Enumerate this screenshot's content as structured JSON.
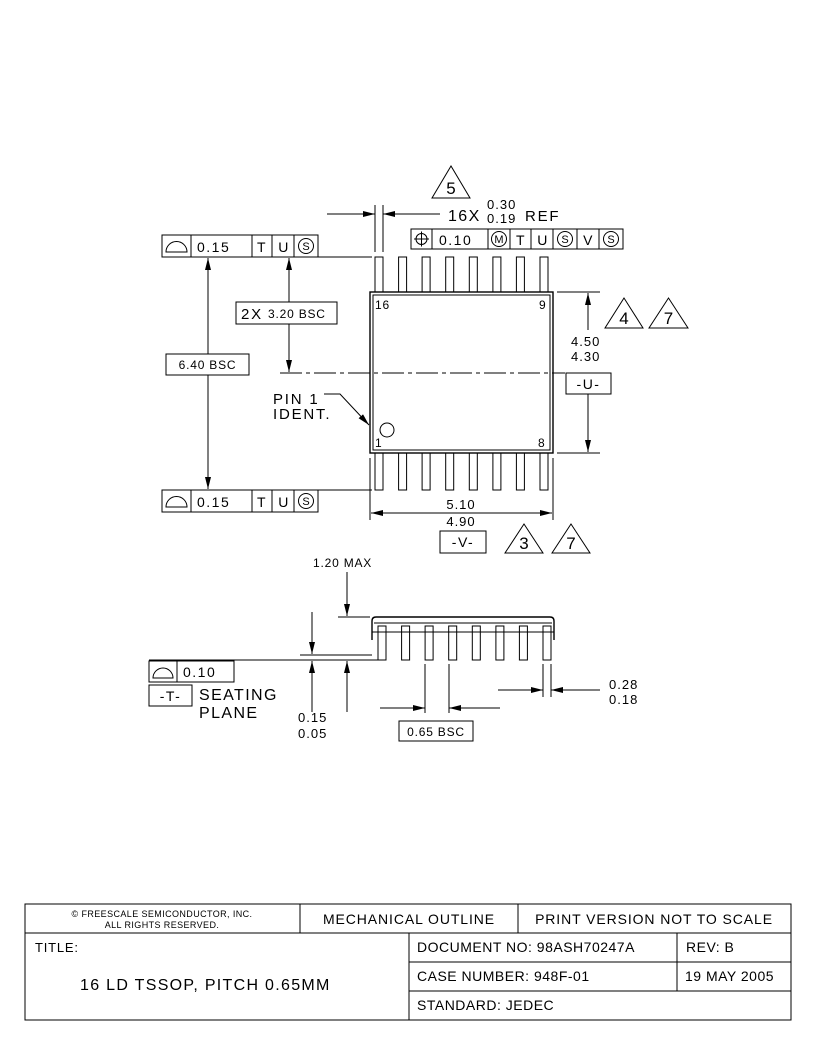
{
  "top_view": {
    "pin_numbers": {
      "top_left": "16",
      "top_right": "9",
      "bottom_left": "1",
      "bottom_right": "8"
    },
    "pin1_ident": {
      "line1": "PIN 1",
      "line2": "IDENT."
    },
    "lead_width": {
      "count": "16X",
      "max": "0.30",
      "min": "0.19",
      "ref": "REF",
      "note": "5"
    },
    "position_frame": {
      "symbol": "position-icon",
      "tolerance": "0.10",
      "material_modifier": "M",
      "datum_primary": "T",
      "datum_secondary": "U",
      "secondary_modifier": "S",
      "datum_tertiary": "V",
      "tertiary_modifier": "S"
    },
    "profile_frame_top": {
      "symbol": "profile-icon",
      "tolerance": "0.15",
      "datum_primary": "T",
      "datum_secondary": "U",
      "modifier": "S"
    },
    "profile_frame_bottom": {
      "symbol": "profile-icon",
      "tolerance": "0.15",
      "datum_primary": "T",
      "datum_secondary": "U",
      "modifier": "S"
    },
    "overall_width": "6.40 BSC",
    "half_width": {
      "count": "2X",
      "value": "3.20 BSC"
    },
    "body_width": {
      "max": "4.50",
      "min": "4.30",
      "datum": "-U-",
      "notes": [
        "4",
        "7"
      ]
    },
    "body_length": {
      "max": "5.10",
      "min": "4.90",
      "datum": "-V-",
      "notes": [
        "3",
        "7"
      ]
    }
  },
  "side_view": {
    "overall_height": "1.20 MAX",
    "standoff": {
      "max": "0.15",
      "min": "0.05"
    },
    "flatness_frame": {
      "symbol": "profile-icon",
      "tolerance": "0.10"
    },
    "seating_datum": "-T-",
    "seating_label": {
      "line1": "SEATING",
      "line2": "PLANE"
    },
    "lead_pitch": "0.65 BSC",
    "lead_thickness": {
      "max": "0.28",
      "min": "0.18"
    }
  },
  "title_block": {
    "copyright_line1": "© FREESCALE SEMICONDUCTOR, INC.",
    "copyright_line2": "ALL RIGHTS RESERVED.",
    "mechanical_outline": "MECHANICAL OUTLINE",
    "print_note": "PRINT VERSION NOT TO SCALE",
    "title_label": "TITLE:",
    "title": "16 LD TSSOP, PITCH 0.65MM",
    "document_no": "DOCUMENT NO: 98ASH70247A",
    "rev": "REV: B",
    "case_number": "CASE NUMBER: 948F-01",
    "date": "19 MAY 2005",
    "standard": "STANDARD: JEDEC"
  }
}
